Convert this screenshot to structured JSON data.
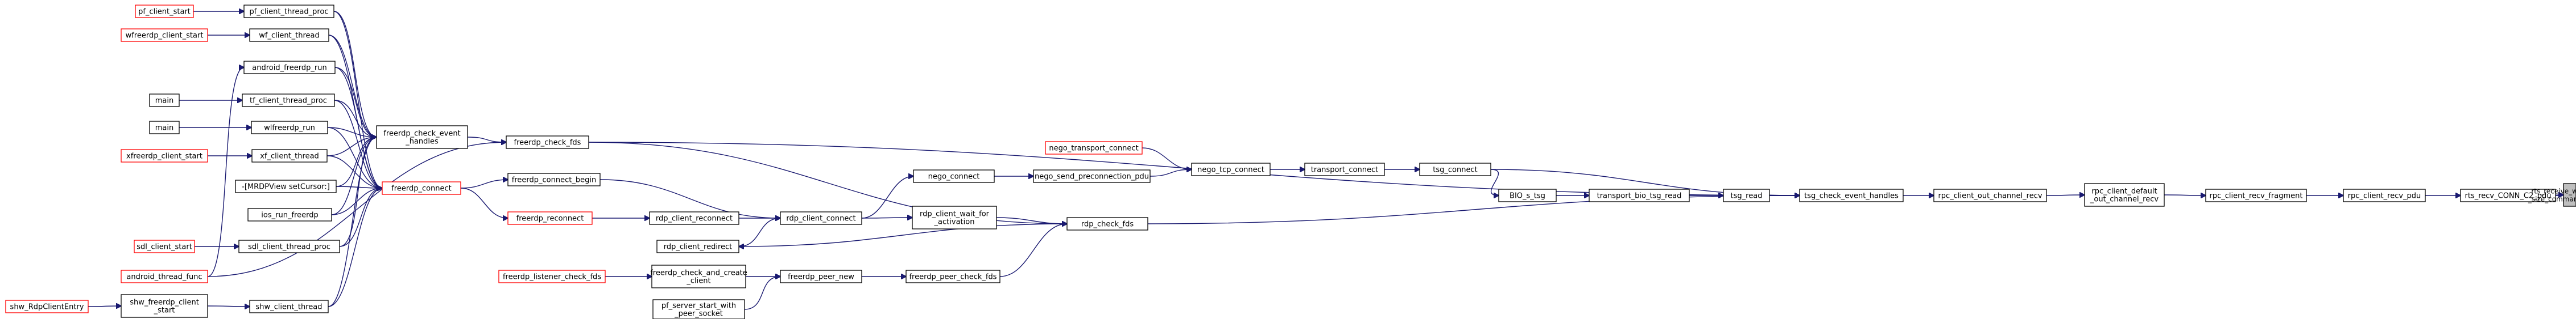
{
  "diagram": {
    "title": "",
    "edge_color": "#191970",
    "red_border_color": "#ff0000",
    "root_fill_color": "#bfbfbf",
    "nodes": [
      {
        "id": "pf_client_start",
        "lines": [
          "pf_client_start"
        ],
        "red": true
      },
      {
        "id": "pf_client_thread_proc",
        "lines": [
          "pf_client_thread_proc"
        ]
      },
      {
        "id": "wfreerdp_client_start",
        "lines": [
          "wfreerdp_client_start"
        ],
        "red": true
      },
      {
        "id": "wf_client_thread",
        "lines": [
          "wf_client_thread"
        ]
      },
      {
        "id": "android_freerdp_run",
        "lines": [
          "android_freerdp_run"
        ]
      },
      {
        "id": "main1",
        "lines": [
          "main"
        ]
      },
      {
        "id": "tf_client_thread_proc",
        "lines": [
          "tf_client_thread_proc"
        ]
      },
      {
        "id": "main2",
        "lines": [
          "main"
        ]
      },
      {
        "id": "wlfreerdp_run",
        "lines": [
          "wlfreerdp_run"
        ]
      },
      {
        "id": "xfreerdp_client_start",
        "lines": [
          "xfreerdp_client_start"
        ],
        "red": true
      },
      {
        "id": "xf_client_thread",
        "lines": [
          "xf_client_thread"
        ]
      },
      {
        "id": "mrdpview",
        "lines": [
          "-[MRDPView setCursor:]"
        ]
      },
      {
        "id": "ios_run_freerdp",
        "lines": [
          "ios_run_freerdp"
        ]
      },
      {
        "id": "sdl_client_start",
        "lines": [
          "sdl_client_start"
        ],
        "red": true
      },
      {
        "id": "sdl_client_thread_proc",
        "lines": [
          "sdl_client_thread_proc"
        ]
      },
      {
        "id": "android_thread_func",
        "lines": [
          "android_thread_func"
        ],
        "red": true
      },
      {
        "id": "shw_RdpClientEntry",
        "lines": [
          "shw_RdpClientEntry"
        ],
        "red": true
      },
      {
        "id": "shw_freerdp_client_start",
        "lines": [
          "shw_freerdp_client",
          "_start"
        ]
      },
      {
        "id": "shw_client_thread",
        "lines": [
          "shw_client_thread"
        ]
      },
      {
        "id": "freerdp_check_event_handles",
        "lines": [
          "freerdp_check_event",
          "_handles"
        ]
      },
      {
        "id": "freerdp_connect",
        "lines": [
          "freerdp_connect"
        ],
        "red": true
      },
      {
        "id": "freerdp_check_fds",
        "lines": [
          "freerdp_check_fds"
        ]
      },
      {
        "id": "freerdp_connect_begin",
        "lines": [
          "freerdp_connect_begin"
        ]
      },
      {
        "id": "freerdp_reconnect",
        "lines": [
          "freerdp_reconnect"
        ],
        "red": true
      },
      {
        "id": "rdp_client_reconnect",
        "lines": [
          "rdp_client_reconnect"
        ]
      },
      {
        "id": "rdp_client_connect",
        "lines": [
          "rdp_client_connect"
        ]
      },
      {
        "id": "rdp_client_redirect",
        "lines": [
          "rdp_client_redirect"
        ]
      },
      {
        "id": "freerdp_listener_check_fds",
        "lines": [
          "freerdp_listener_check_fds"
        ],
        "red": true
      },
      {
        "id": "freerdp_check_and_create_client",
        "lines": [
          "freerdp_check_and_create",
          "_client"
        ]
      },
      {
        "id": "pf_server_start_with_peer_socket",
        "lines": [
          "pf_server_start_with",
          "_peer_socket"
        ]
      },
      {
        "id": "freerdp_peer_new",
        "lines": [
          "freerdp_peer_new"
        ]
      },
      {
        "id": "freerdp_peer_check_fds",
        "lines": [
          "freerdp_peer_check_fds"
        ]
      },
      {
        "id": "nego_connect",
        "lines": [
          "nego_connect"
        ]
      },
      {
        "id": "rdp_client_wait_for_activation",
        "lines": [
          "rdp_client_wait_for",
          "_activation"
        ]
      },
      {
        "id": "nego_transport_connect",
        "lines": [
          "nego_transport_connect"
        ],
        "red": true
      },
      {
        "id": "nego_send_preconnection_pdu",
        "lines": [
          "nego_send_preconnection_pdu"
        ]
      },
      {
        "id": "nego_tcp_connect",
        "lines": [
          "nego_tcp_connect"
        ]
      },
      {
        "id": "transport_connect",
        "lines": [
          "transport_connect"
        ]
      },
      {
        "id": "tsg_connect",
        "lines": [
          "tsg_connect"
        ]
      },
      {
        "id": "rdp_check_fds",
        "lines": [
          "rdp_check_fds"
        ]
      },
      {
        "id": "BIO_s_tsg",
        "lines": [
          "BIO_s_tsg"
        ]
      },
      {
        "id": "transport_bio_tsg_read",
        "lines": [
          "transport_bio_tsg_read"
        ]
      },
      {
        "id": "tsg_read",
        "lines": [
          "tsg_read"
        ]
      },
      {
        "id": "tsg_check_event_handles",
        "lines": [
          "tsg_check_event_handles"
        ]
      },
      {
        "id": "rpc_client_out_channel_recv",
        "lines": [
          "rpc_client_out_channel_recv"
        ]
      },
      {
        "id": "rpc_client_default_out_channel_recv",
        "lines": [
          "rpc_client_default",
          "_out_channel_recv"
        ]
      },
      {
        "id": "rpc_client_recv_fragment",
        "lines": [
          "rpc_client_recv_fragment"
        ]
      },
      {
        "id": "rpc_client_recv_pdu",
        "lines": [
          "rpc_client_recv_pdu"
        ]
      },
      {
        "id": "rts_recv_CONN_C2_pdu",
        "lines": [
          "rts_recv_CONN_C2_pdu"
        ]
      },
      {
        "id": "rts_receive_window_size_command_read",
        "lines": [
          "rts_receive_window",
          "_size_command_read"
        ],
        "root": true
      }
    ],
    "edges": [
      [
        "pf_client_start",
        "pf_client_thread_proc"
      ],
      [
        "wfreerdp_client_start",
        "wf_client_thread"
      ],
      [
        "main1",
        "tf_client_thread_proc"
      ],
      [
        "main2",
        "wlfreerdp_run"
      ],
      [
        "xfreerdp_client_start",
        "xf_client_thread"
      ],
      [
        "sdl_client_start",
        "sdl_client_thread_proc"
      ],
      [
        "shw_RdpClientEntry",
        "shw_freerdp_client_start"
      ],
      [
        "shw_freerdp_client_start",
        "shw_client_thread"
      ],
      [
        "android_thread_func",
        "android_freerdp_run"
      ],
      [
        "pf_client_thread_proc",
        "freerdp_check_event_handles"
      ],
      [
        "wf_client_thread",
        "freerdp_check_event_handles"
      ],
      [
        "android_freerdp_run",
        "freerdp_check_event_handles"
      ],
      [
        "tf_client_thread_proc",
        "freerdp_check_event_handles"
      ],
      [
        "wlfreerdp_run",
        "freerdp_check_event_handles"
      ],
      [
        "xf_client_thread",
        "freerdp_check_event_handles"
      ],
      [
        "mrdpview",
        "freerdp_check_event_handles"
      ],
      [
        "ios_run_freerdp",
        "freerdp_check_event_handles"
      ],
      [
        "sdl_client_thread_proc",
        "freerdp_check_event_handles"
      ],
      [
        "shw_client_thread",
        "freerdp_check_event_handles"
      ],
      [
        "pf_client_thread_proc",
        "freerdp_connect"
      ],
      [
        "wf_client_thread",
        "freerdp_connect"
      ],
      [
        "android_freerdp_run",
        "freerdp_connect"
      ],
      [
        "tf_client_thread_proc",
        "freerdp_connect"
      ],
      [
        "wlfreerdp_run",
        "freerdp_connect"
      ],
      [
        "xf_client_thread",
        "freerdp_connect"
      ],
      [
        "mrdpview",
        "freerdp_connect"
      ],
      [
        "ios_run_freerdp",
        "freerdp_connect"
      ],
      [
        "sdl_client_thread_proc",
        "freerdp_connect"
      ],
      [
        "shw_client_thread",
        "freerdp_connect"
      ],
      [
        "freerdp_check_event_handles",
        "freerdp_check_fds"
      ],
      [
        "android_thread_func",
        "freerdp_check_fds"
      ],
      [
        "freerdp_connect",
        "freerdp_connect_begin"
      ],
      [
        "freerdp_connect",
        "freerdp_reconnect"
      ],
      [
        "freerdp_reconnect",
        "rdp_client_reconnect"
      ],
      [
        "freerdp_connect_begin",
        "rdp_client_connect"
      ],
      [
        "rdp_client_reconnect",
        "rdp_client_connect"
      ],
      [
        "rdp_client_redirect",
        "rdp_client_connect"
      ],
      [
        "rdp_client_connect",
        "nego_connect"
      ],
      [
        "rdp_client_connect",
        "rdp_client_wait_for_activation"
      ],
      [
        "rdp_client_wait_for_activation",
        "rdp_check_fds"
      ],
      [
        "rdp_check_fds",
        "rdp_client_redirect"
      ],
      [
        "freerdp_check_fds",
        "rdp_check_fds"
      ],
      [
        "freerdp_peer_check_fds",
        "rdp_check_fds"
      ],
      [
        "freerdp_listener_check_fds",
        "freerdp_check_and_create_client"
      ],
      [
        "freerdp_check_and_create_client",
        "freerdp_peer_new"
      ],
      [
        "pf_server_start_with_peer_socket",
        "freerdp_peer_new"
      ],
      [
        "freerdp_peer_new",
        "freerdp_peer_check_fds"
      ],
      [
        "nego_connect",
        "nego_send_preconnection_pdu"
      ],
      [
        "nego_send_preconnection_pdu",
        "nego_tcp_connect"
      ],
      [
        "nego_transport_connect",
        "nego_tcp_connect"
      ],
      [
        "nego_tcp_connect",
        "transport_connect"
      ],
      [
        "transport_connect",
        "tsg_connect"
      ],
      [
        "tsg_connect",
        "BIO_s_tsg"
      ],
      [
        "BIO_s_tsg",
        "transport_bio_tsg_read"
      ],
      [
        "transport_bio_tsg_read",
        "tsg_read"
      ],
      [
        "tsg_read",
        "tsg_check_event_handles"
      ],
      [
        "tsg_connect",
        "tsg_check_event_handles"
      ],
      [
        "rdp_check_fds",
        "tsg_check_event_handles"
      ],
      [
        "freerdp_check_fds",
        "tsg_check_event_handles"
      ],
      [
        "tsg_check_event_handles",
        "rpc_client_out_channel_recv"
      ],
      [
        "rpc_client_out_channel_recv",
        "rpc_client_default_out_channel_recv"
      ],
      [
        "rpc_client_default_out_channel_recv",
        "rpc_client_recv_fragment"
      ],
      [
        "rpc_client_recv_fragment",
        "rpc_client_recv_pdu"
      ],
      [
        "rpc_client_recv_pdu",
        "rts_recv_CONN_C2_pdu"
      ],
      [
        "rts_recv_CONN_C2_pdu",
        "rts_receive_window_size_command_read"
      ]
    ]
  }
}
